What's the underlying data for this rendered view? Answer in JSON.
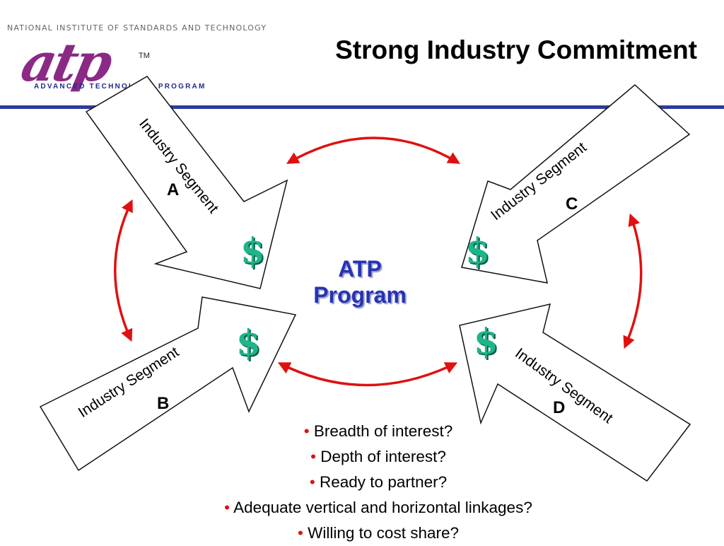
{
  "header": {
    "org_line": "NATIONAL INSTITUTE OF STANDARDS AND TECHNOLOGY",
    "logo_text": "atp",
    "logo_tm": "TM",
    "logo_subtitle": "ADVANCED TECHNOLOGY PROGRAM",
    "title": "Strong Industry Commitment",
    "rule_color": "#2d3c9a",
    "logo_color": "#8a2a86"
  },
  "diagram": {
    "center": {
      "line1": "ATP",
      "line2": "Program",
      "color": "#2633b3"
    },
    "segments": [
      {
        "id": "A",
        "label": "Industry Segment",
        "letter": "A",
        "dollar": "$"
      },
      {
        "id": "B",
        "label": "Industry Segment",
        "letter": "B",
        "dollar": "$"
      },
      {
        "id": "C",
        "label": "Industry Segment",
        "letter": "C",
        "dollar": "$"
      },
      {
        "id": "D",
        "label": "Industry Segment",
        "letter": "D",
        "dollar": "$"
      }
    ],
    "connector_color": "#e01010",
    "dollar_color": "#1db58a"
  },
  "bullets": {
    "marker": "•",
    "items": [
      "Breadth of interest?",
      "Depth of interest?",
      "Ready to partner?",
      "Adequate vertical and horizontal linkages?",
      "Willing to cost share?"
    ]
  }
}
